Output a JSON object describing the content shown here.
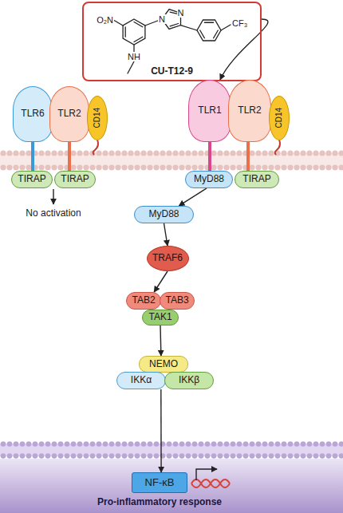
{
  "diagram": {
    "nodes": [
      {
        "text": [
          "CU-T12-9"
        ]
      },
      {
        "text": [
          "TLR6"
        ]
      },
      {
        "text": [
          "TLR2"
        ]
      },
      {
        "text": [
          "CD14"
        ]
      },
      {
        "text": [
          "TIRAP"
        ]
      },
      {
        "text": [
          "TIRAP"
        ]
      },
      {
        "text": [
          "TLR1"
        ]
      },
      {
        "text": [
          "TLR2"
        ]
      },
      {
        "text": [
          "CD14"
        ]
      },
      {
        "text": [
          "MyD88"
        ]
      },
      {
        "text": [
          "TIRAP"
        ]
      },
      {
        "text": [
          "MyD88"
        ]
      },
      {
        "text": [
          "TRAF6"
        ]
      },
      {
        "text": [
          "TAB2"
        ]
      },
      {
        "text": [
          "TAB3"
        ]
      },
      {
        "text": [
          "TAK1"
        ]
      },
      {
        "text": [
          "NEMO"
        ]
      },
      {
        "text": [
          "IKKα"
        ]
      },
      {
        "text": [
          "IKKβ"
        ]
      },
      {
        "text": [
          "NF-κB"
        ]
      }
    ],
    "edges": [
      {
        "from": 0,
        "to": 6,
        "arrow": "to"
      },
      {
        "from": 9,
        "to": 11,
        "arrow": "to"
      },
      {
        "from": 11,
        "to": 12,
        "arrow": "to"
      },
      {
        "from": 12,
        "to": 13,
        "arrow": "to"
      },
      {
        "from": 15,
        "to": 16,
        "arrow": "to"
      },
      {
        "from": 17,
        "to": 19,
        "arrow": "to"
      }
    ],
    "labels": [
      "O₂N",
      "N",
      "N",
      "CF₃",
      "NH",
      "No activation",
      "Pro-inflammatory response"
    ]
  }
}
